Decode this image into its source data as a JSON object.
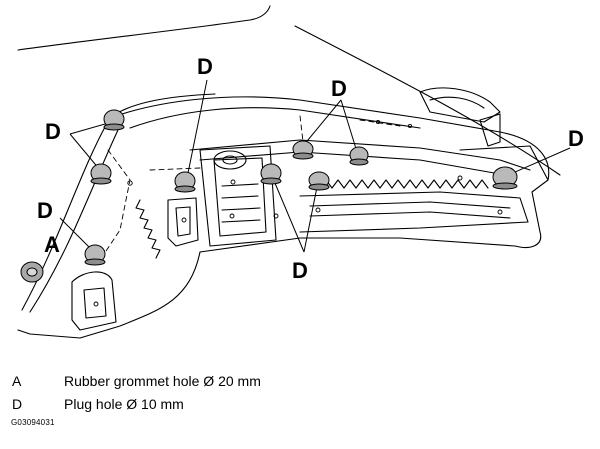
{
  "diagram": {
    "callouts": {
      "a": "A",
      "d": "D"
    },
    "legend": [
      {
        "letter": "A",
        "text": "Rubber grommet hole Ø 20 mm"
      },
      {
        "letter": "D",
        "text": "Plug hole Ø 10 mm"
      }
    ],
    "figure_code": "G03094031"
  }
}
